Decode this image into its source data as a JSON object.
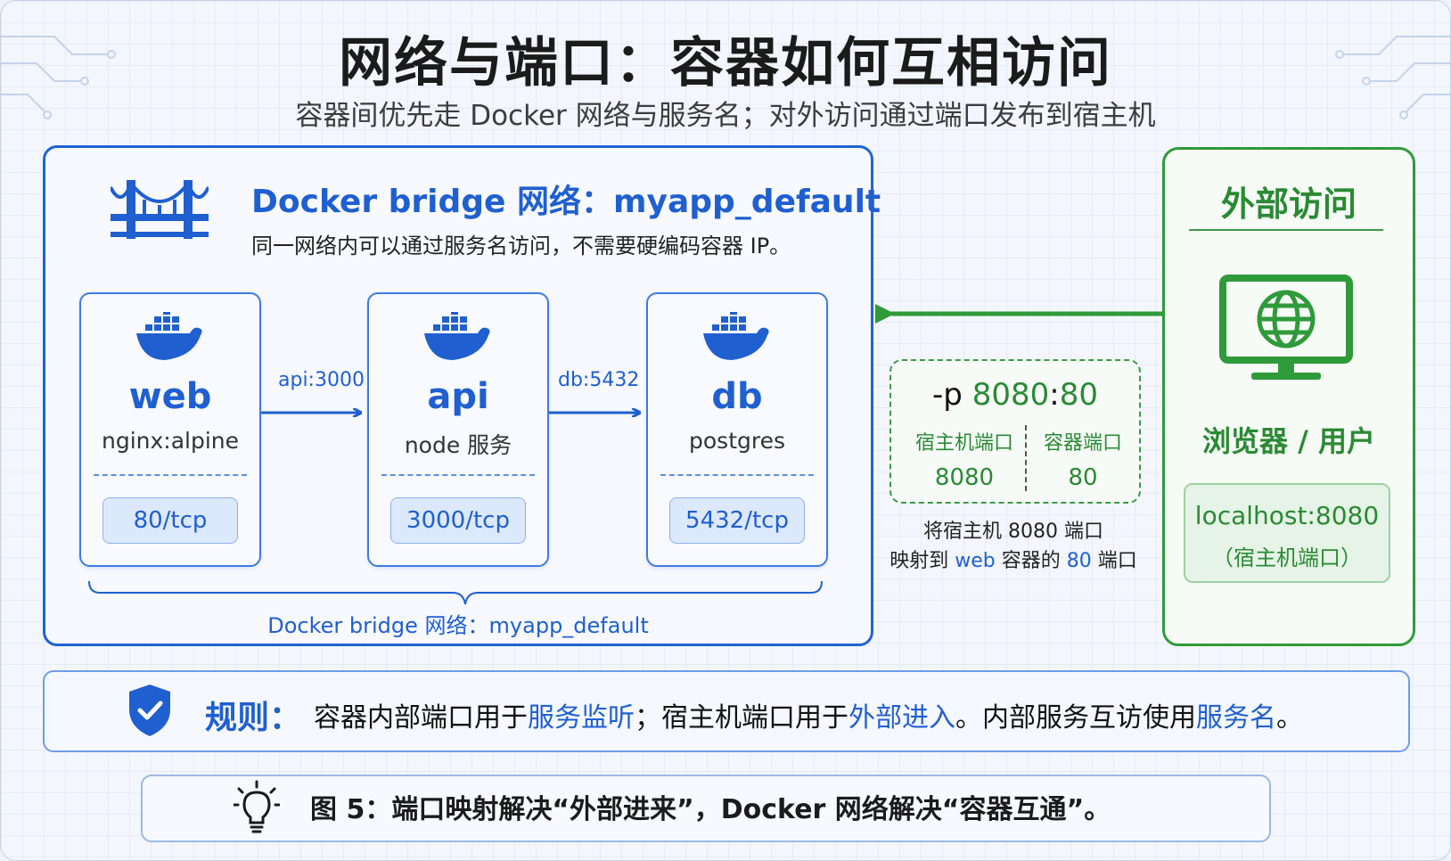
{
  "title": "网络与端口：容器如何互相访问",
  "subtitle": "容器间优先走 Docker 网络与服务名；对外访问通过端口发布到宿主机",
  "network": {
    "title": "Docker bridge 网络：myapp_default",
    "description": "同一网络内可以通过服务名访问，不需要硬编码容器 IP。",
    "brace_label": "Docker bridge 网络：myapp_default"
  },
  "containers": [
    {
      "name": "web",
      "image": "nginx:alpine",
      "port": "80/tcp"
    },
    {
      "name": "api",
      "image": "node 服务",
      "port": "3000/tcp"
    },
    {
      "name": "db",
      "image": "postgres",
      "port": "5432/tcp"
    }
  ],
  "links": [
    {
      "label": "api:3000"
    },
    {
      "label": "db:5432"
    }
  ],
  "mapping": {
    "flag": "-p",
    "host_port_value": "8080",
    "colon": ":",
    "container_port_value": "80",
    "host_port_label": "宿主机端口",
    "container_port_label": "容器端口",
    "note_line1": "将宿主机 8080 端口",
    "note_line2_a": "映射到 ",
    "note_line2_b": "web",
    "note_line2_c": " 容器的 ",
    "note_line2_d": "80",
    "note_line2_e": " 端口"
  },
  "external": {
    "title": "外部访问",
    "user_label": "浏览器 / 用户",
    "address": "localhost:8080",
    "address_note": "（宿主机端口）"
  },
  "rule": {
    "label": "规则：",
    "text_1": "容器内部端口用于",
    "highlight_1": "服务监听",
    "text_2": "；宿主机端口用于",
    "highlight_2": "外部进入",
    "text_3": "。内部服务互访使用",
    "highlight_3": "服务名",
    "text_4": "。"
  },
  "caption": "图 5：端口映射解决“外部进来”，Docker 网络解决“容器互通”。",
  "colors": {
    "blue": "#1f5fd0",
    "green": "#2a8a34",
    "background": "#f3f6fc"
  },
  "icons": [
    "bridge-icon",
    "docker-whale-icon",
    "monitor-globe-icon",
    "shield-check-icon",
    "lightbulb-icon"
  ]
}
